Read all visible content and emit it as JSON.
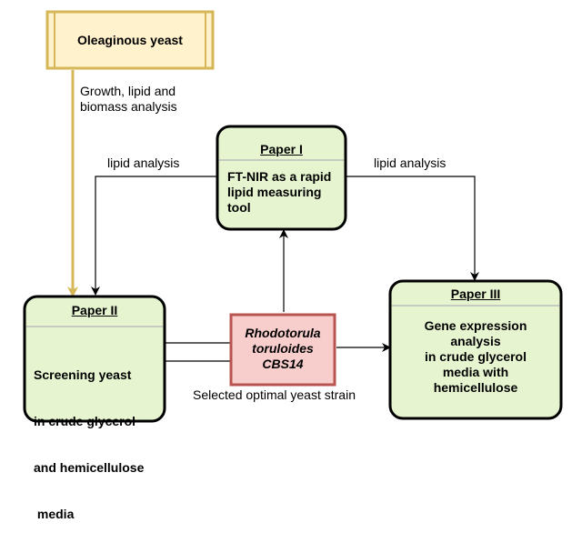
{
  "source_box": {
    "label": "Oleaginous yeast",
    "fill": "#fff2cc",
    "stroke": "#d6b656"
  },
  "papers": {
    "paper1": {
      "title": "Paper I",
      "lines": [
        "FT-NIR as a rapid",
        "lipid measuring",
        "tool"
      ]
    },
    "paper2": {
      "title": "Paper II",
      "lines": [
        "Screening yeast",
        "in crude glycerol",
        "and hemicellulose",
        " media"
      ]
    },
    "paper3": {
      "title": "Paper III",
      "lines": [
        "Gene expression",
        "analysis",
        "in crude glycerol",
        "media with",
        "hemicellulose"
      ]
    }
  },
  "strain_box": {
    "lines": [
      "Rhodotorula",
      "toruloides",
      "CBS14"
    ],
    "fill": "#f8cecc",
    "stroke": "#b85450"
  },
  "edge_labels": {
    "growth": [
      "Growth, lipid and",
      "biomass analysis"
    ],
    "lipid_left": "lipid analysis",
    "lipid_right": "lipid analysis",
    "selected": "Selected optimal yeast strain"
  },
  "colors": {
    "paper_fill": "#e6f5d0",
    "paper_stroke": "#000000",
    "gold_arrow": "#d6b656"
  }
}
